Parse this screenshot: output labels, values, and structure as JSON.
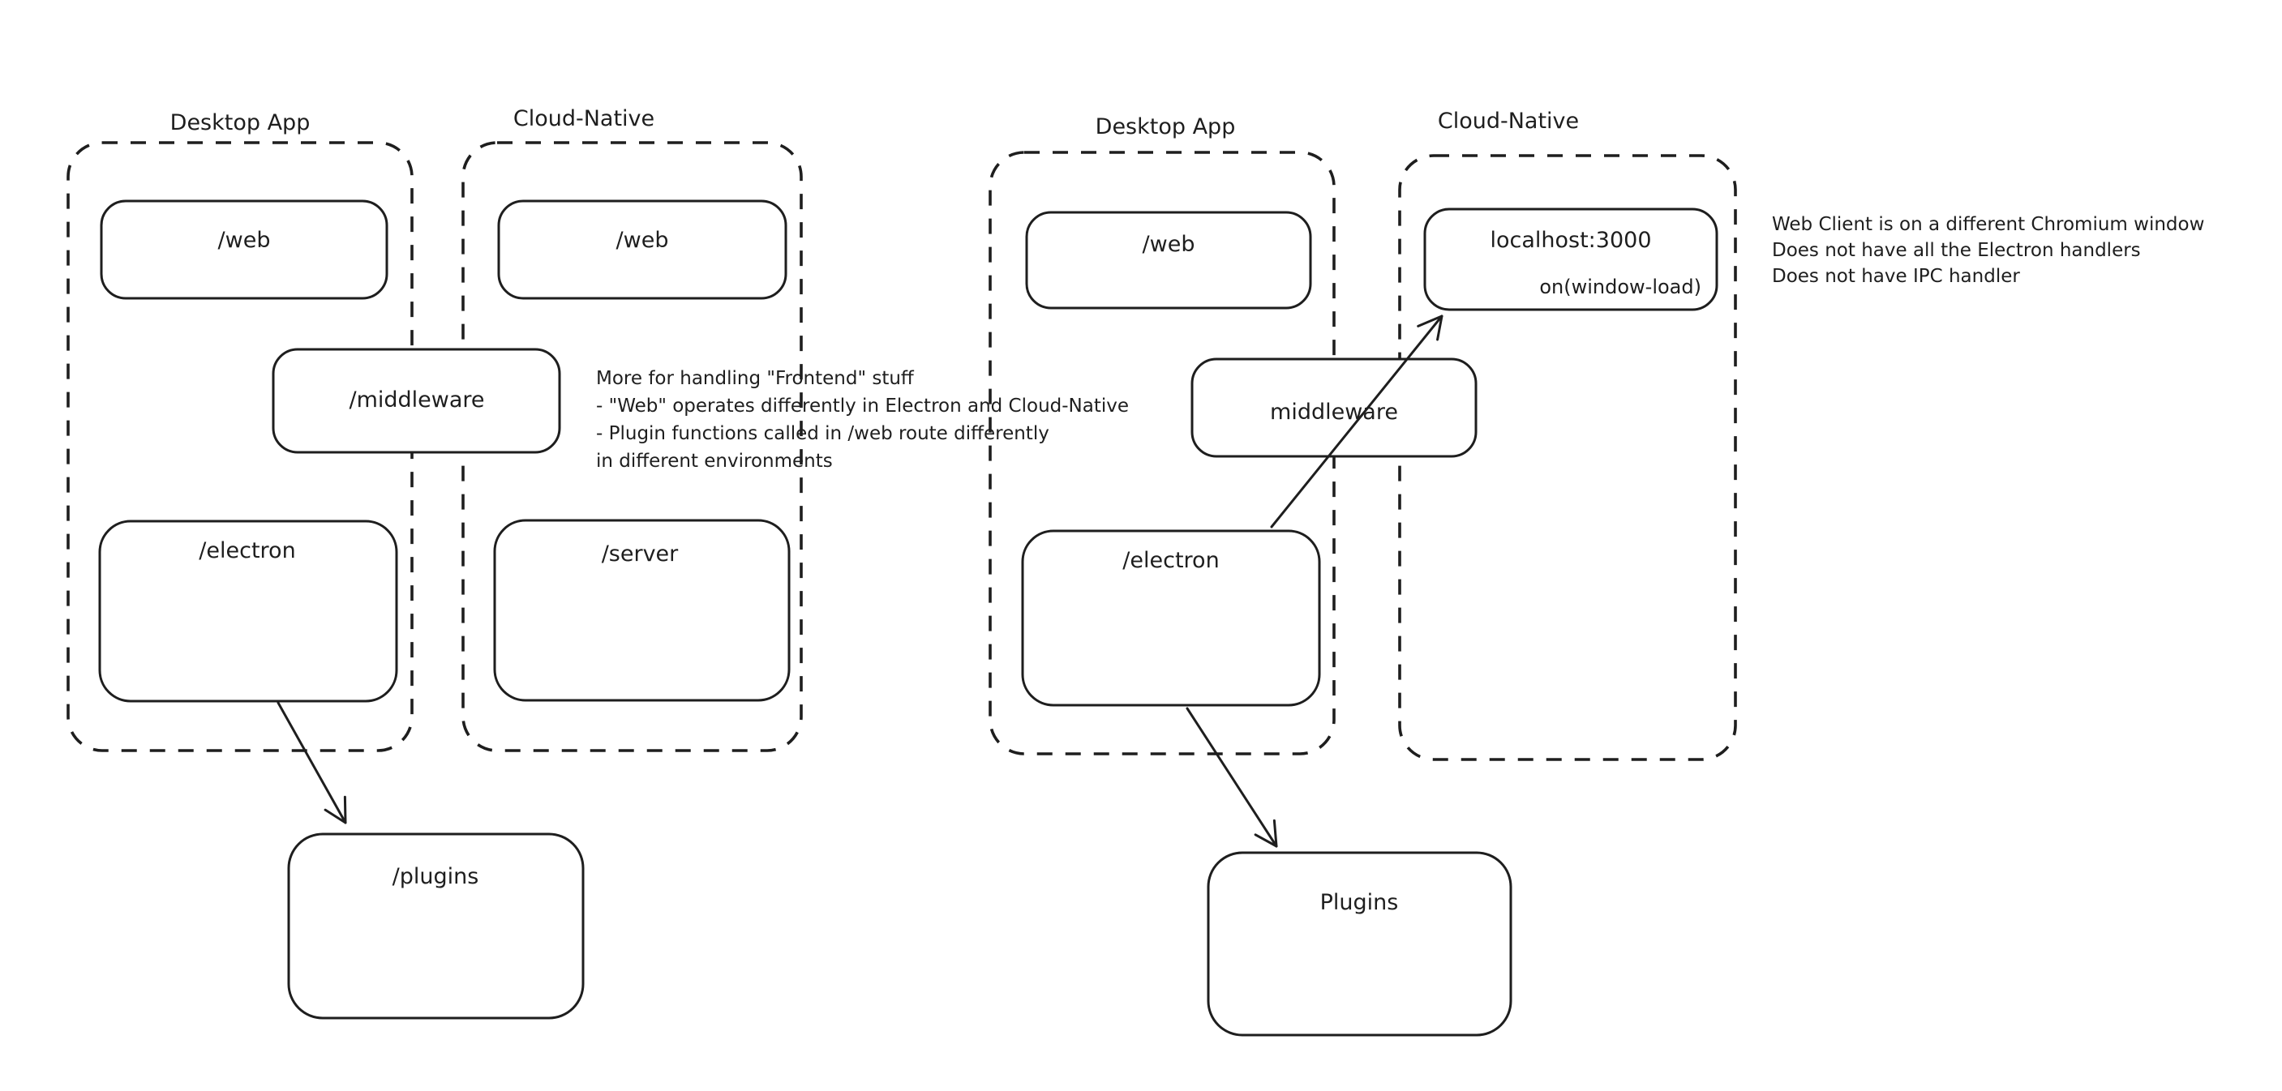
{
  "palette": {
    "stroke": "#1e1e1e",
    "green": "#4d9a58",
    "red": "#cc423c",
    "background": "#ffffff"
  },
  "left": {
    "desktop": {
      "title": "Desktop App",
      "web": "/web",
      "electron": "/electron"
    },
    "cloud": {
      "title": "Cloud-Native",
      "web": "/web",
      "server": "/server"
    },
    "middleware": "/middleware",
    "plugins": "/plugins",
    "note": {
      "lines": [
        "More for handling \"Frontend\" stuff",
        "- \"Web\" operates differently in Electron and Cloud-Native",
        "- Plugin functions called in /web route differently",
        "in different environments"
      ]
    }
  },
  "right": {
    "desktop": {
      "title": "Desktop App",
      "web": "/web",
      "electron": "/electron"
    },
    "cloud": {
      "title": "Cloud-Native",
      "localhost": "localhost:3000",
      "handler": "on(window-load)"
    },
    "middleware": "middleware",
    "plugins": "Plugins",
    "note": {
      "lines": [
        "Web Client is on a different Chromium window",
        "Does not have all the Electron handlers",
        "Does not have IPC handler"
      ]
    }
  }
}
